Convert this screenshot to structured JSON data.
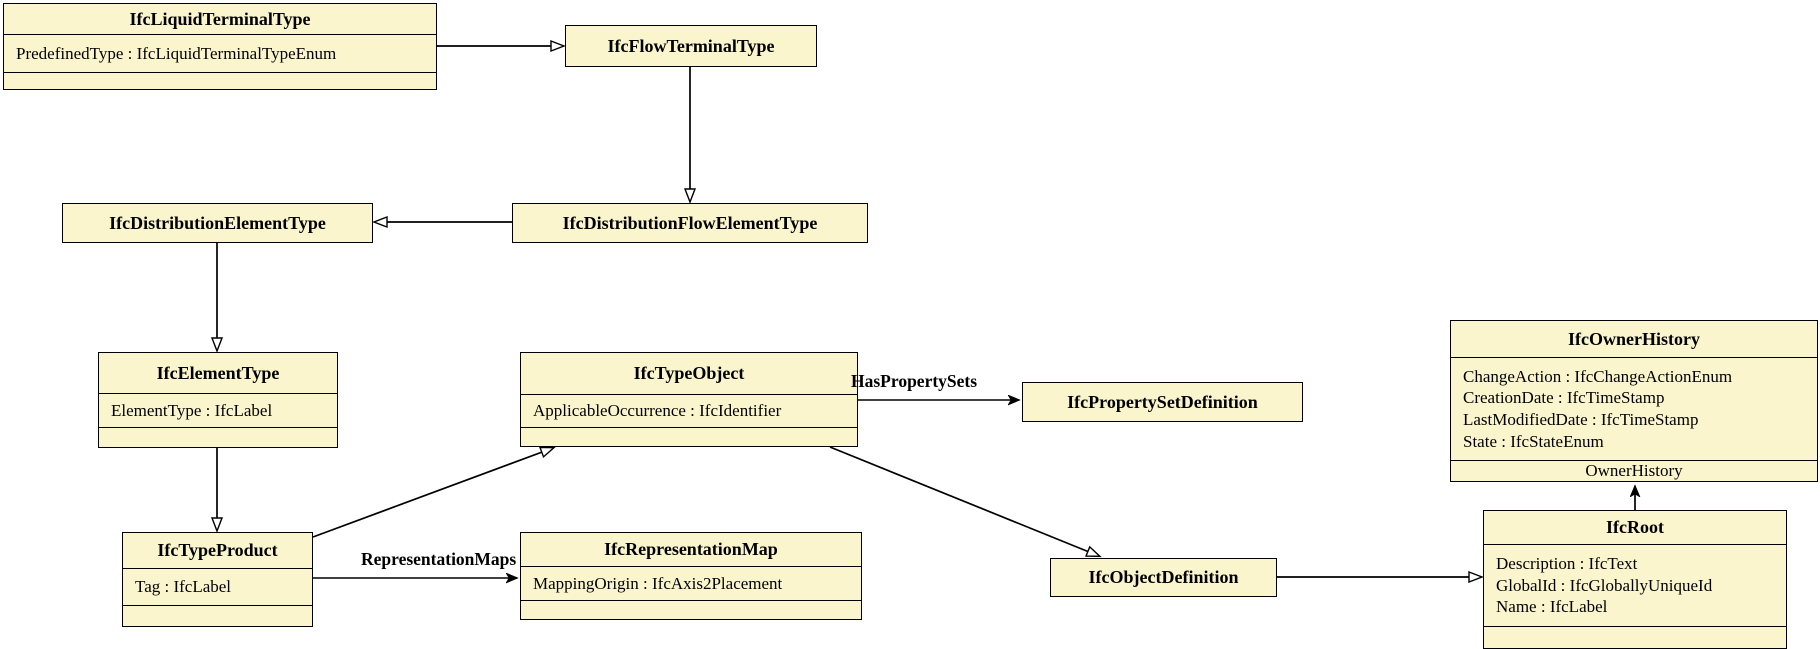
{
  "diagram": {
    "background_color": "#ffffff",
    "box_fill_color": "#FBF5CE",
    "border_color": "#000000"
  },
  "classes": {
    "liquid_terminal_type": {
      "name": "IfcLiquidTerminalType",
      "attributes": [
        "PredefinedType : IfcLiquidTerminalTypeEnum"
      ],
      "footer": ""
    },
    "flow_terminal_type": {
      "name": "IfcFlowTerminalType"
    },
    "distribution_element_type": {
      "name": "IfcDistributionElementType"
    },
    "distribution_flow_element_type": {
      "name": "IfcDistributionFlowElementType"
    },
    "element_type": {
      "name": "IfcElementType",
      "attributes": [
        "ElementType : IfcLabel"
      ],
      "footer": ""
    },
    "type_object": {
      "name": "IfcTypeObject",
      "attributes": [
        "ApplicableOccurrence : IfcIdentifier"
      ],
      "footer": ""
    },
    "property_set_definition": {
      "name": "IfcPropertySetDefinition"
    },
    "owner_history": {
      "name": "IfcOwnerHistory",
      "attributes": [
        "ChangeAction : IfcChangeActionEnum",
        "CreationDate : IfcTimeStamp",
        "LastModifiedDate : IfcTimeStamp",
        "State : IfcStateEnum"
      ],
      "footer": "OwnerHistory"
    },
    "type_product": {
      "name": "IfcTypeProduct",
      "attributes": [
        "Tag : IfcLabel"
      ],
      "footer": ""
    },
    "representation_map": {
      "name": "IfcRepresentationMap",
      "attributes": [
        "MappingOrigin : IfcAxis2Placement"
      ],
      "footer": ""
    },
    "object_definition": {
      "name": "IfcObjectDefinition"
    },
    "root": {
      "name": "IfcRoot",
      "attributes": [
        "Description : IfcText",
        "GlobalId : IfcGloballyUniqueId",
        "Name : IfcLabel"
      ],
      "footer": ""
    }
  },
  "edges": [
    {
      "kind": "generalization",
      "from": "IfcLiquidTerminalType",
      "to": "IfcFlowTerminalType",
      "label": ""
    },
    {
      "kind": "generalization",
      "from": "IfcFlowTerminalType",
      "to": "IfcDistributionFlowElementType",
      "label": ""
    },
    {
      "kind": "generalization",
      "from": "IfcDistributionFlowElementType",
      "to": "IfcDistributionElementType",
      "label": ""
    },
    {
      "kind": "generalization",
      "from": "IfcDistributionElementType",
      "to": "IfcElementType",
      "label": ""
    },
    {
      "kind": "generalization",
      "from": "IfcElementType",
      "to": "IfcTypeProduct",
      "label": ""
    },
    {
      "kind": "generalization",
      "from": "IfcTypeProduct",
      "to": "IfcTypeObject",
      "label": ""
    },
    {
      "kind": "generalization",
      "from": "IfcTypeObject",
      "to": "IfcObjectDefinition",
      "label": ""
    },
    {
      "kind": "generalization",
      "from": "IfcObjectDefinition",
      "to": "IfcRoot",
      "label": ""
    },
    {
      "kind": "association",
      "from": "IfcTypeObject",
      "to": "IfcPropertySetDefinition",
      "label": "HasPropertySets"
    },
    {
      "kind": "association",
      "from": "IfcTypeProduct",
      "to": "IfcRepresentationMap",
      "label": "RepresentationMaps"
    },
    {
      "kind": "association",
      "from": "IfcRoot",
      "to": "IfcOwnerHistory",
      "label": "OwnerHistory"
    }
  ]
}
